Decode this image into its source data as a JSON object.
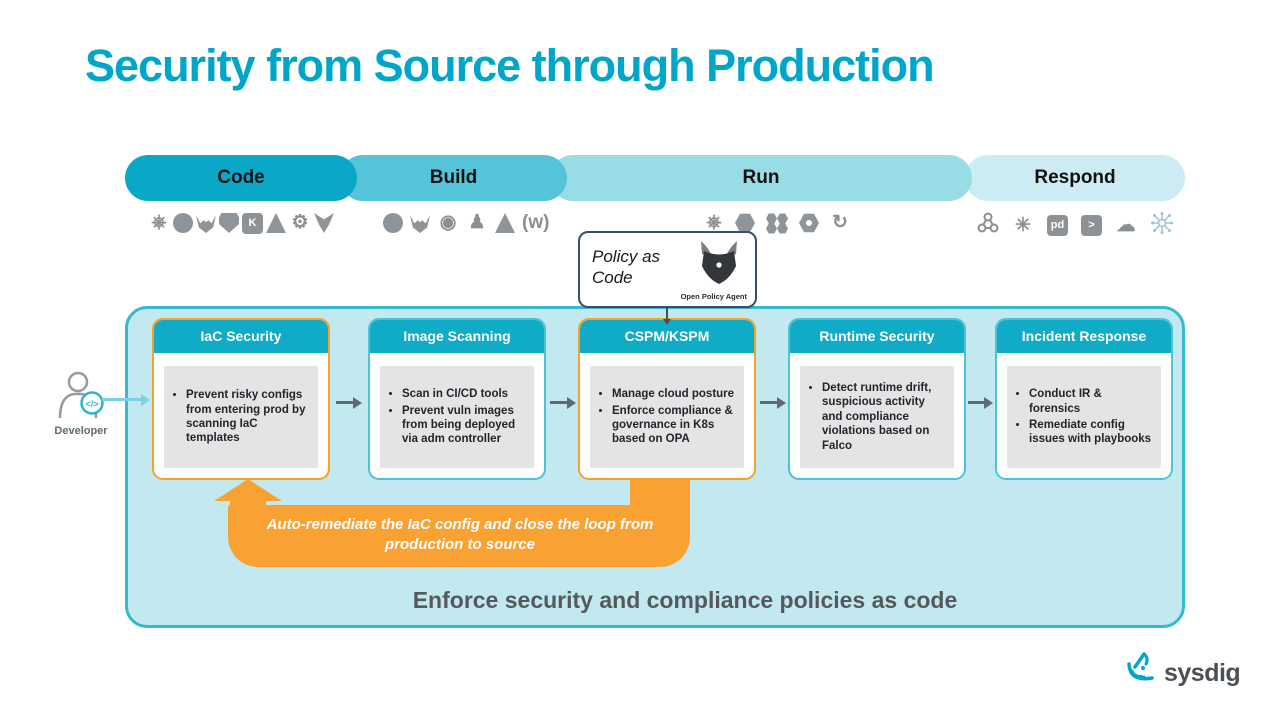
{
  "title": {
    "text": "Security from Source through Production",
    "color": "#00a6c9"
  },
  "stages": [
    {
      "label": "Code",
      "color": "#0aa7c6"
    },
    {
      "label": "Build",
      "color": "#55c4d8"
    },
    {
      "label": "Run",
      "color": "#98dce6"
    },
    {
      "label": "Respond",
      "color": "#cdebf2"
    }
  ],
  "icons": {
    "code": [
      {
        "name": "kubernetes",
        "glyph": "⎈"
      },
      {
        "name": "github"
      },
      {
        "name": "gitlab"
      },
      {
        "name": "shield"
      },
      {
        "name": "kustomize",
        "glyph": "K"
      },
      {
        "name": "azure"
      },
      {
        "name": "helm",
        "glyph": "⚙"
      },
      {
        "name": "falco"
      }
    ],
    "build": [
      {
        "name": "github"
      },
      {
        "name": "gitlab"
      },
      {
        "name": "drone",
        "glyph": "◉"
      },
      {
        "name": "jenkins",
        "glyph": "♟"
      },
      {
        "name": "azure"
      },
      {
        "name": "bamboo",
        "glyph": "(w)"
      }
    ],
    "run": [
      {
        "name": "kubernetes",
        "glyph": "⎈"
      },
      {
        "name": "openshift"
      },
      {
        "name": "ecs-cluster"
      },
      {
        "name": "containerd"
      },
      {
        "name": "rancher",
        "glyph": "↻"
      }
    ],
    "respond": [
      {
        "name": "webhook"
      },
      {
        "name": "slack",
        "glyph": "✳"
      },
      {
        "name": "pagerduty",
        "glyph": "pd"
      },
      {
        "name": "shell",
        "glyph": ">"
      },
      {
        "name": "cloud",
        "glyph": "☁"
      },
      {
        "name": "phantom"
      }
    ]
  },
  "opa_callout": {
    "label": "Policy as Code",
    "logo_label": "Open Policy Agent"
  },
  "developer": {
    "label": "Developer"
  },
  "boxes": [
    {
      "title": "IaC Security",
      "accent": "#f5a227",
      "bullets": [
        "Prevent risky configs from entering prod by scanning IaC templates"
      ]
    },
    {
      "title": "Image Scanning",
      "bullets": [
        "Scan in CI/CD tools",
        "Prevent vuln images from being deployed via adm controller"
      ]
    },
    {
      "title": "CSPM/KSPM",
      "accent": "#f5a227",
      "bullets": [
        "Manage cloud posture",
        "Enforce compliance & governance in K8s based on OPA"
      ]
    },
    {
      "title": "Runtime Security",
      "bullets": [
        "Detect runtime drift, suspicious activity and compliance violations based on Falco"
      ]
    },
    {
      "title": "Incident Response",
      "bullets": [
        "Conduct IR & forensics",
        "Remediate config issues with playbooks"
      ]
    }
  ],
  "loop": {
    "text": "Auto-remediate the IaC config and close the loop from production to source",
    "color": "#f9a233"
  },
  "caption": "Enforce security and compliance policies as code",
  "brand": {
    "name": "sysdig",
    "color": "#00a5c8"
  },
  "container_colors": {
    "fill": "#c2e8f0",
    "border": "#38b8cd",
    "box_header": "#10abc6"
  }
}
